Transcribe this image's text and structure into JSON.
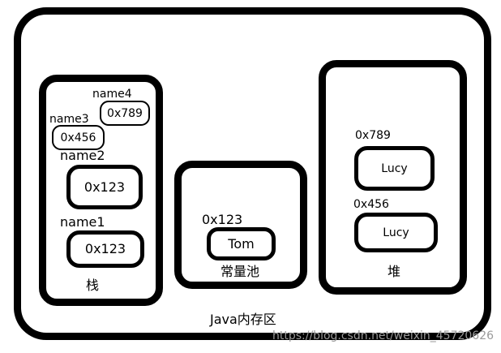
{
  "diagram": {
    "outer_label": "Java内存区",
    "stack": {
      "label": "栈",
      "vars": [
        {
          "name": "name1",
          "value": "0x123"
        },
        {
          "name": "name2",
          "value": "0x123"
        },
        {
          "name": "name3",
          "value": "0x456"
        },
        {
          "name": "name4",
          "value": "0x789"
        }
      ]
    },
    "constant_pool": {
      "label": "常量池",
      "address": "0x123",
      "value": "Tom"
    },
    "heap": {
      "label": "堆",
      "objects": [
        {
          "address": "0x789",
          "value": "Lucy"
        },
        {
          "address": "0x456",
          "value": "Lucy"
        }
      ]
    }
  },
  "watermark": "https://blog.csdn.net/weixin_45720626",
  "colors": {
    "border": "#000000",
    "background": "#ffffff",
    "watermark": "#9a9a9a"
  }
}
